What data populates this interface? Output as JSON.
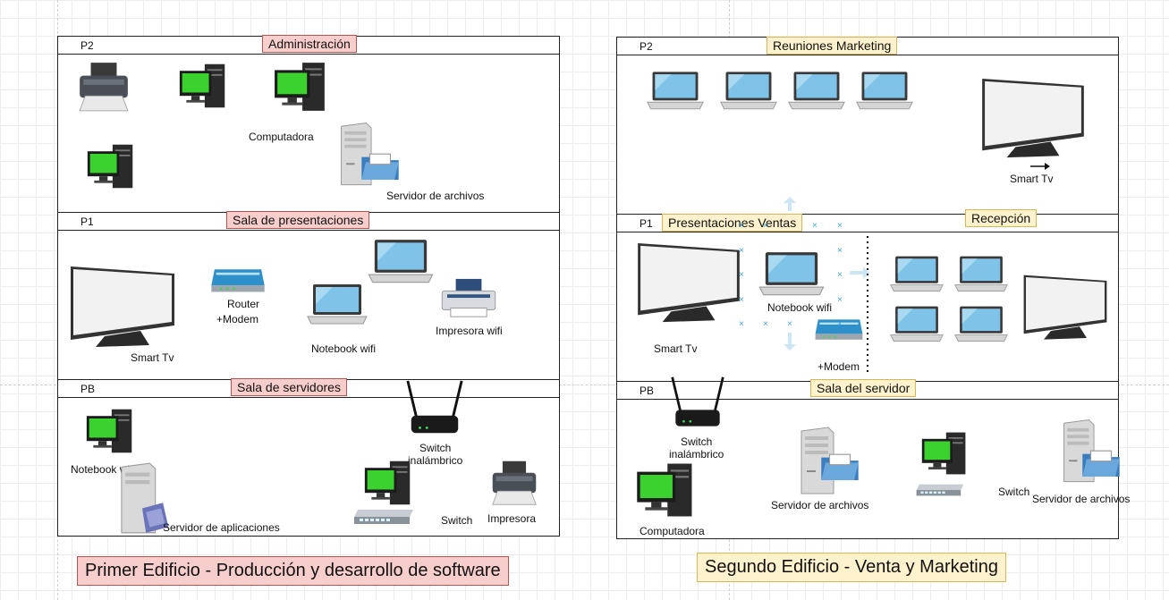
{
  "building1": {
    "title": "Primer Edificio - Producción y desarrollo de software",
    "floors": [
      {
        "code": "P2",
        "room": "Administración"
      },
      {
        "code": "P1",
        "room": "Sala de presentaciones"
      },
      {
        "code": "PB",
        "room": "Sala de servidores"
      }
    ],
    "labels": {
      "computadora": "Computadora",
      "servidor_archivos": "Servidor de archivos",
      "router": "Router",
      "modem": "+Modem",
      "smart_tv": "Smart Tv",
      "notebook_wifi": "Notebook wifi",
      "impresora_wifi": "Impresora wifi",
      "notebook_wifi_pb": "Notebook wifi",
      "servidor_aplicaciones": "Servidor de aplicaciones",
      "switch_inalambrico": "Switch\ninalámbrico",
      "switch": "Switch",
      "impresora": "Impresora"
    }
  },
  "building2": {
    "title": "Segundo Edificio - Venta y Marketing",
    "floors": [
      {
        "code": "P2",
        "room": "Reuniones Marketing"
      },
      {
        "code": "P1",
        "room": "Presentaciones Ventas",
        "room2": "Recepción"
      },
      {
        "code": "PB",
        "room": "Sala del servidor"
      }
    ],
    "labels": {
      "smart_tv_p2": "Smart Tv",
      "smart_tv_p1": "Smart Tv",
      "notebook_wifi": "Notebook wifi",
      "modem": "+Modem",
      "switch_inalambrico": "Switch\ninalámbrico",
      "computadora": "Computadora",
      "servidor_archivos": "Servidor de archivos",
      "switch": "Switch",
      "servidor_archivos_2": "Servidor de archivos"
    }
  },
  "colors": {
    "pink_fill": "#f8cecc",
    "pink_border": "#b85450",
    "yellow_fill": "#fff2cc",
    "yellow_border": "#d6b656",
    "screen_green": "#3bd12f",
    "laptop_blue": "#7fc4e8"
  },
  "icons": [
    "printer-icon",
    "desktop-computer-icon",
    "file-server-icon",
    "smart-tv-icon",
    "router-modem-icon",
    "laptop-icon",
    "wifi-printer-icon",
    "app-server-icon",
    "wireless-switch-icon",
    "network-switch-icon"
  ]
}
